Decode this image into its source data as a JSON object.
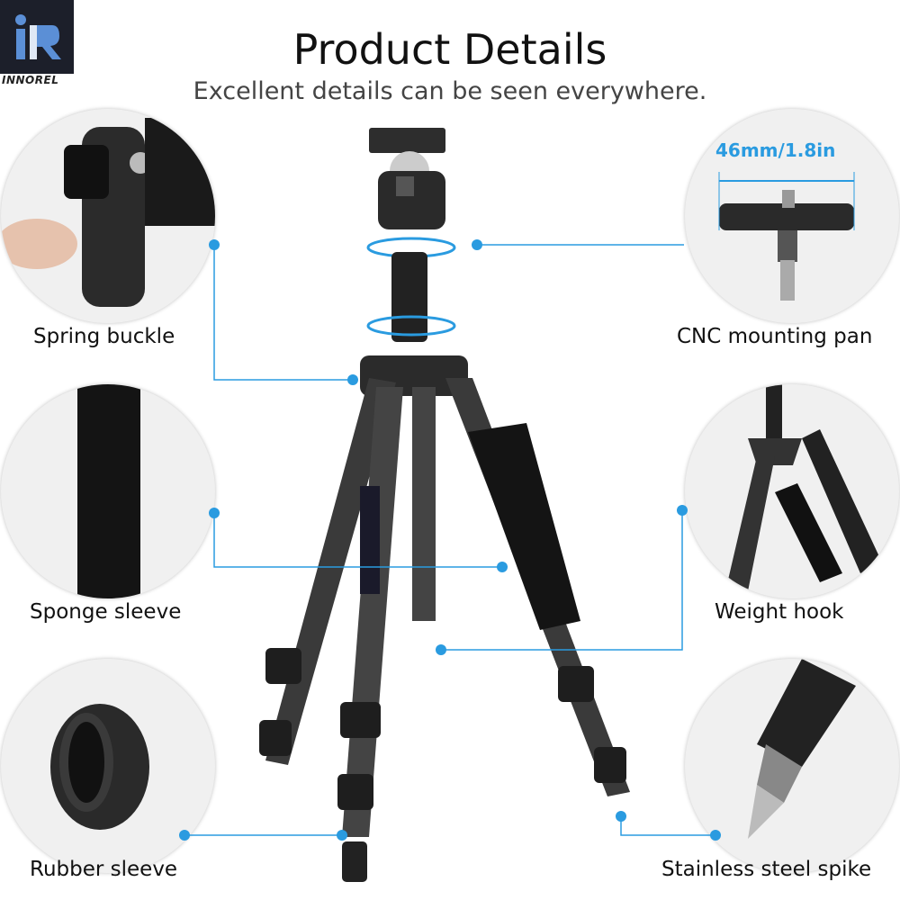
{
  "brand": {
    "logo_text": "INNOREL",
    "logo_mark": "iR"
  },
  "header": {
    "title": "Product Details",
    "subtitle": "Excellent details can be seen everywhere."
  },
  "callouts": [
    {
      "label": "Spring buckle"
    },
    {
      "label": "CNC mounting pan",
      "dimension": "46mm/1.8in"
    },
    {
      "label": "Sponge sleeve"
    },
    {
      "label": "Weight hook"
    },
    {
      "label": "Rubber sleeve"
    },
    {
      "label": "Stainless steel spike"
    }
  ],
  "colors": {
    "accent": "#2a9be0",
    "logo_bg": "#1c1f2a",
    "logo_blue": "#5b8fd6"
  }
}
